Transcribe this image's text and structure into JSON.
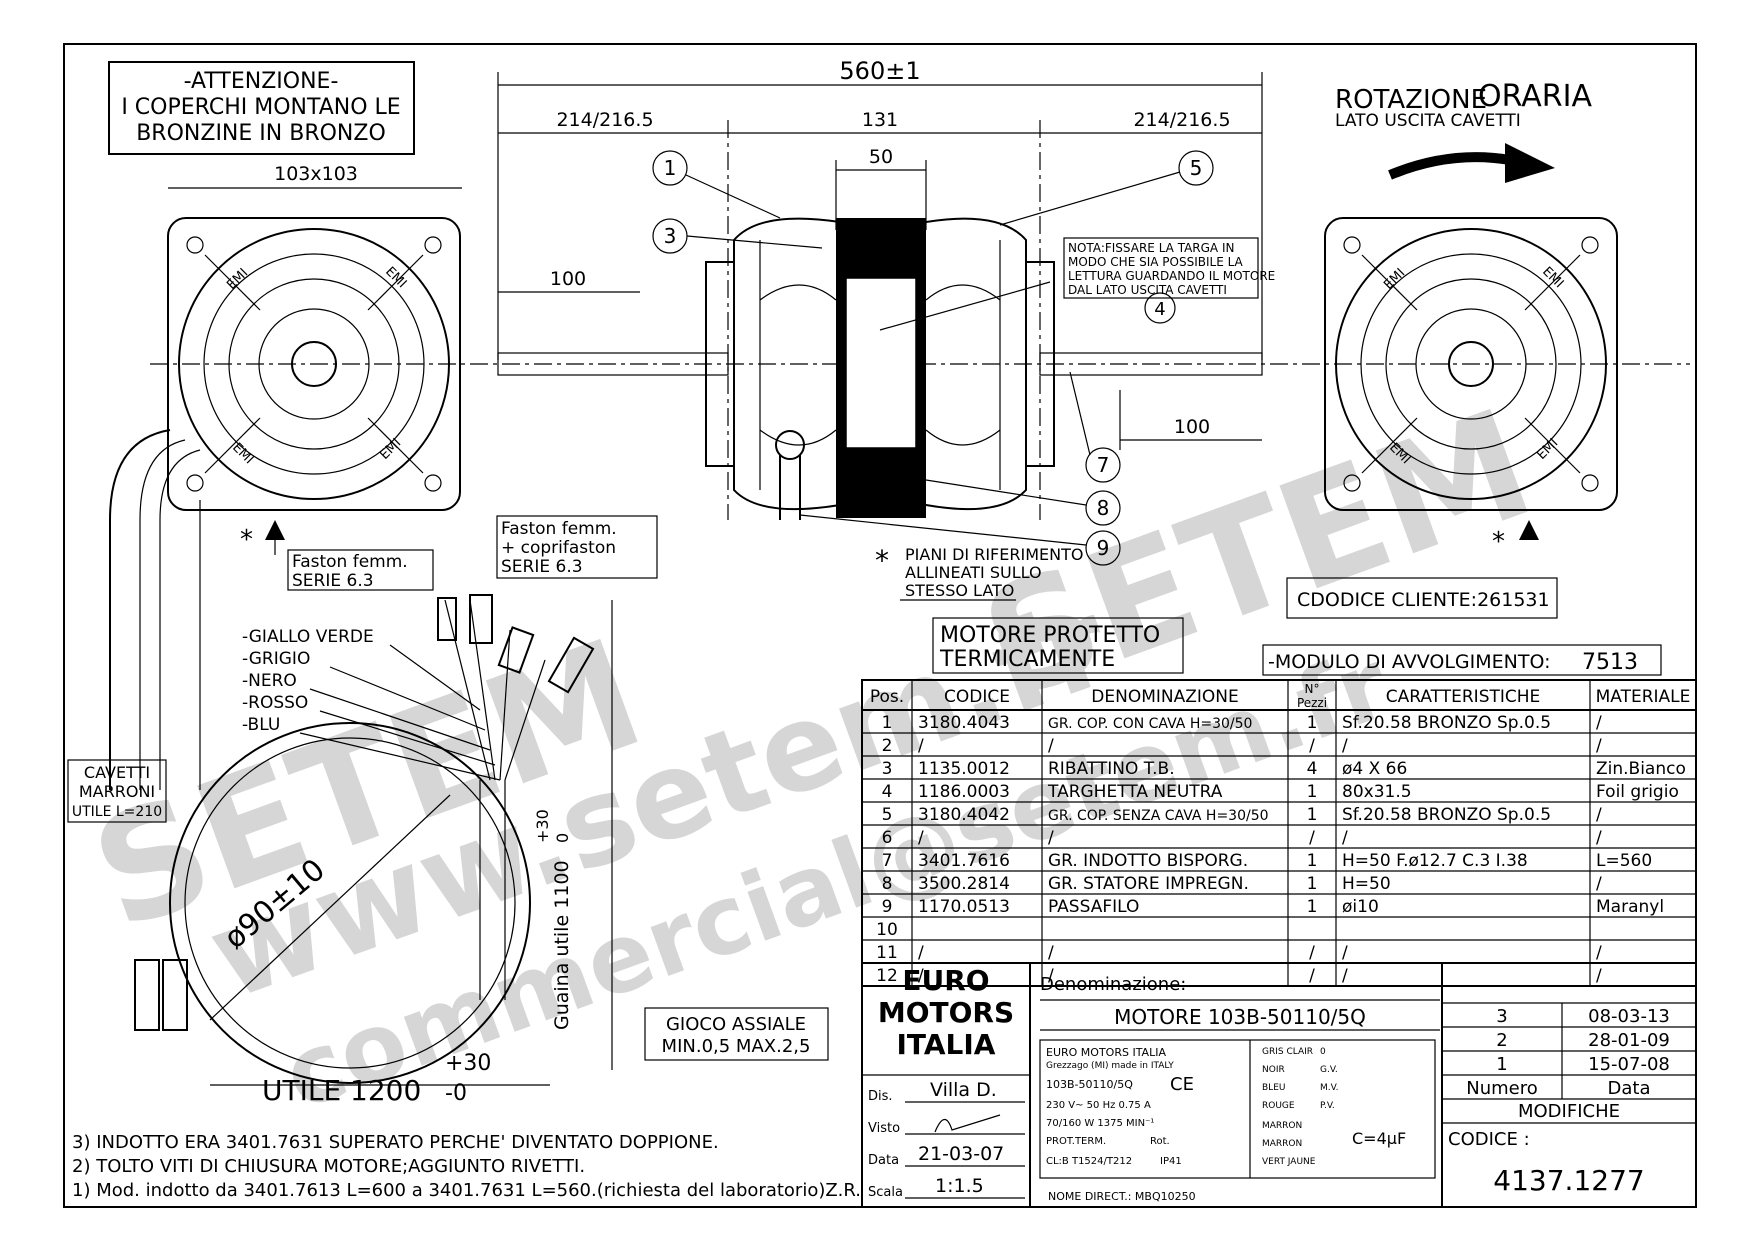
{
  "notice": {
    "title": "-ATTENZIONE-",
    "line1": "I COPERCHI MONTANO LE",
    "line2": "BRONZINE IN BRONZO"
  },
  "dimensions": {
    "overall": "560±1",
    "left_shaft": "214/216.5",
    "center": "131",
    "right_shaft": "214/216.5",
    "stator": "50",
    "left_100": "100",
    "right_100": "100",
    "square": "103x103",
    "diameter": "ø90±10",
    "guaina": "Guaina utile 1100",
    "guaina_tol_plus": "+30",
    "guaina_tol_minus": "0",
    "utile": "UTILE 1200",
    "utile_tol_plus": "+30",
    "utile_tol_minus": "-0"
  },
  "rotation": {
    "title_a": "ROTAZIONE",
    "title_b": "ORARIA",
    "subtitle": "LATO USCITA CAVETTI"
  },
  "nota": {
    "line1": "NOTA:FISSARE LA TARGA IN",
    "line2": "MODO CHE SIA  POSSIBILE LA",
    "line3": "LETTURA GUARDANDO IL MOTORE",
    "line4": "DAL LATO USCITA CAVETTI"
  },
  "balloons": [
    "1",
    "3",
    "5",
    "4",
    "7",
    "8",
    "9"
  ],
  "emi_label": "EMI",
  "star_mark": "*",
  "reference_planes": {
    "line1": "PIANI DI RIFERIMENTO",
    "line2": "ALLINEATI  SULLO",
    "line3": "STESSO LATO"
  },
  "faston1": {
    "line1": "Faston femm.",
    "line2": "SERIE 6.3"
  },
  "faston2": {
    "line1": "Faston femm.",
    "line2": "+ coprifaston",
    "line3": "SERIE 6.3"
  },
  "wires": [
    "-GIALLO VERDE",
    "-GRIGIO",
    "-NERO",
    "-ROSSO",
    "-BLU"
  ],
  "cavetti": {
    "line1": "CAVETTI",
    "line2": "MARRONI",
    "line3": "UTILE L=210"
  },
  "gioco": {
    "line1": "GIOCO ASSIALE",
    "line2": "MIN.0,5  MAX.2,5"
  },
  "cliente": "CDODICE CLIENTE:261531",
  "motore_protetto": {
    "line1": "MOTORE PROTETTO",
    "line2": "TERMICAMENTE"
  },
  "modulo": {
    "label": "-MODULO DI AVVOLGIMENTO:",
    "value": "7513"
  },
  "parts_table": {
    "headers": [
      "Pos.",
      "CODICE",
      "DENOMINAZIONE",
      "N°",
      "CARATTERISTICHE",
      "MATERIALE"
    ],
    "header_pezzi": "Pezzi",
    "rows": [
      [
        "1",
        "3180.4043",
        "GR. COP. CON CAVA H=30/50",
        "1",
        "Sf.20.58 BRONZO Sp.0.5",
        "/"
      ],
      [
        "2",
        "/",
        "/",
        "/",
        "/",
        "/"
      ],
      [
        "3",
        "1135.0012",
        "RIBATTINO T.B.",
        "4",
        "ø4 X 66",
        "Zin.Bianco"
      ],
      [
        "4",
        "1186.0003",
        "TARGHETTA NEUTRA",
        "1",
        "80x31.5",
        "Foil grigio"
      ],
      [
        "5",
        "3180.4042",
        "GR. COP. SENZA CAVA H=30/50",
        "1",
        "Sf.20.58 BRONZO Sp.0.5",
        "/"
      ],
      [
        "6",
        "/",
        "/",
        "/",
        "/",
        "/"
      ],
      [
        "7",
        "3401.7616",
        "GR. INDOTTO BISPORG.",
        "1",
        "H=50 F.ø12.7 C.3 I.38",
        "L=560"
      ],
      [
        "8",
        "3500.2814",
        "GR. STATORE IMPREGN.",
        "1",
        "H=50",
        "/"
      ],
      [
        "9",
        "1170.0513",
        "PASSAFILO",
        "1",
        "øi10",
        "Maranyl"
      ],
      [
        "10",
        "",
        "",
        "",
        "",
        ""
      ],
      [
        "11",
        "/",
        "/",
        "/",
        "/",
        "/"
      ],
      [
        "12",
        "/",
        "/",
        "/",
        "/",
        "/"
      ]
    ]
  },
  "title_block": {
    "logo": [
      "EURO",
      "MOTORS",
      "ITALIA"
    ],
    "denominazione_label": "Denominazione:",
    "denominazione": "MOTORE 103B-50110/5Q",
    "dis_label": "Dis.",
    "dis": "Villa D.",
    "visto_label": "Visto",
    "data_label": "Data",
    "data": "21-03-07",
    "scala_label": "Scala",
    "scala": "1:1.5",
    "nome_direct": "NOME DIRECT.: MBQ10250",
    "plate": {
      "company": "EURO MOTORS ITALIA",
      "address": "Grezzago (MI) made in ITALY",
      "model": "103B-50110/5Q",
      "mark": "CE",
      "electrical": "230 V~ 50 Hz 0.75 A",
      "power": "70/160 W 1375 MIN⁻¹",
      "prot": "PROT.TERM.",
      "rot": "Rot.",
      "class": "CL:B T1524/T212",
      "ip": "IP41",
      "colors": [
        [
          "GRIS CLAIR",
          "0"
        ],
        [
          "NOIR",
          "G.V."
        ],
        [
          "BLEU",
          "M.V."
        ],
        [
          "ROUGE",
          "P.V."
        ]
      ],
      "marron1": "MARRON",
      "marron2": "MARRON",
      "capacitor": "C=4μF",
      "vert_jaune": "VERT JAUNE"
    },
    "modifiche": {
      "rows": [
        [
          "3",
          "08-03-13"
        ],
        [
          "2",
          "28-01-09"
        ],
        [
          "1",
          "15-07-08"
        ]
      ],
      "numero_label": "Numero",
      "data_label": "Data",
      "title": "MODIFICHE"
    },
    "codice_label": "CODICE :",
    "codice": "4137.1277"
  },
  "notes": [
    "3) INDOTTO ERA 3401.7631 SUPERATO PERCHE' DIVENTATO DOPPIONE.",
    "2) TOLTO VITI DI CHIUSURA MOTORE;AGGIUNTO RIVETTI.",
    "1) Mod. indotto da 3401.7613 L=600 a 3401.7631 L=560.(richiesta del laboratorio)Z.R."
  ],
  "watermarks": [
    "www.setem.fr",
    "SETEM",
    "commercial@setem.fr"
  ]
}
